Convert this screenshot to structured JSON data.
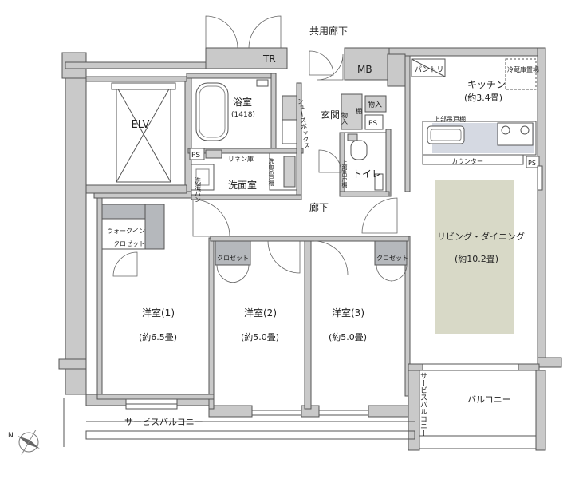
{
  "floor_plan": {
    "labels": {
      "corridor_shared": "共用廊下",
      "tr": "TR",
      "mb": "MB",
      "elv": "ELV",
      "bath": "浴室",
      "bath_size": "(1418)",
      "shoes_box": "シューズボックス",
      "entrance": "玄関",
      "storage_a": "物入",
      "storage_b": "物入",
      "shelf": "棚",
      "ps_entrance": "PS",
      "ps_wash": "PS",
      "ps_kitchen": "PS",
      "linen": "リネン庫",
      "washroom": "洗面室",
      "washer_pan": "洗濯パン",
      "wash_cabinet": "洗面吊戸棚",
      "upper_cabinet_toilet": "上部吊戸棚",
      "toilet": "トイレ",
      "pantry": "パントリー",
      "kitchen": "キッチン",
      "kitchen_size": "(約3.4畳)",
      "fridge": "冷蔵庫置場",
      "upper_cabinet_kitchen": "上部吊戸棚",
      "counter": "カウンター",
      "hallway": "廊下",
      "walkin": "ウォークイン",
      "closet_word": "クロゼット",
      "closet_2": "クロゼット",
      "closet_3": "クロゼット",
      "living": "リビング・ダイニング",
      "living_size": "(約10.2畳)",
      "room1": "洋室(1)",
      "room1_size": "(約6.5畳)",
      "room2": "洋室(2)",
      "room2_size": "(約5.0畳)",
      "room3": "洋室(3)",
      "room3_size": "(約5.0畳)",
      "service_balcony": "サービスバルコニー",
      "service_balcony_v": "サービスバルコニー",
      "balcony": "バルコニー",
      "compass_n": "N"
    },
    "colors": {
      "wall": "#c9c9c9",
      "living_fill": "#d8d9c7",
      "kitchen_fill": "#d5d9e2",
      "closet_fill": "#b5b8bc"
    }
  }
}
